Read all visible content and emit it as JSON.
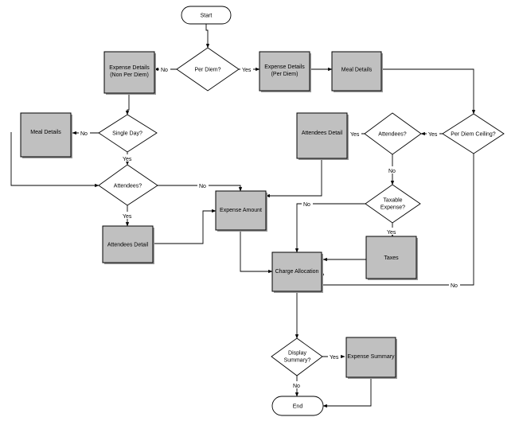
{
  "nodes": {
    "start": "Start",
    "per_diem_q": "Per Diem?",
    "expense_non_per_diem": [
      "Expense Details",
      "(Non Per Diem)"
    ],
    "expense_per_diem": [
      "Expense Details",
      "(Per Diem)"
    ],
    "meal_details_right": "Meal Details",
    "per_diem_ceiling_q": "Per Diem Ceiling?",
    "attendees_q_right": "Attendees?",
    "attendees_detail_right": "Attendees Detail",
    "single_day_q": "Single Day?",
    "meal_details_left": "Meal Details",
    "attendees_q_left": "Attendees?",
    "attendees_detail_left": "Attendees Detail",
    "expense_amount": "Expense Amount",
    "taxable_expense_q": [
      "Taxable",
      "Expense?"
    ],
    "taxes": "Taxes",
    "charge_allocation": "Charge Allocation",
    "display_summary_q": [
      "Display",
      "Summary?"
    ],
    "expense_summary": "Expense Summary",
    "end": "End"
  },
  "edge_labels": {
    "yes": "Yes",
    "no": "No"
  }
}
